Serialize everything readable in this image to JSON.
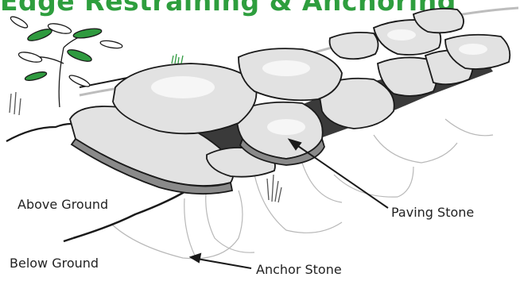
{
  "title": "Edge Restraining & Anchoring",
  "labels": {
    "above_ground": "Above Ground",
    "below_ground": "Below Ground",
    "paving_stone": "Paving Stone",
    "anchor_stone": "Anchor Stone"
  },
  "colors": {
    "title": "#2e9e3e",
    "text": "#222222",
    "stone_fill": "#e2e2e2",
    "stone_shadow": "#8a8a8a",
    "leaf": "#2f9a3f",
    "outline": "#1a1a1a"
  }
}
